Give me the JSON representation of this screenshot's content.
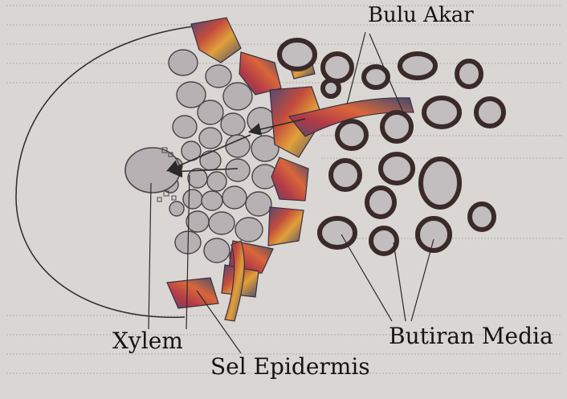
{
  "diagram": {
    "labels": {
      "root_hair": "Bulu Akar",
      "xylem": "Xylem",
      "epidermis": "Sel Epidermis",
      "media_particles": "Butiran Media"
    },
    "colors": {
      "background": "#d9d6d3",
      "cell_fill": "#b7b1b4",
      "cell_stroke": "#4a4448",
      "media_fill": "#c2bdbf",
      "media_stroke": "#3a2a2a",
      "epidermis_dark": "#5b4a68",
      "epidermis_mid": "#c44b3c",
      "epidermis_light": "#e0a03a",
      "arrow": "#2a2a2a"
    }
  }
}
